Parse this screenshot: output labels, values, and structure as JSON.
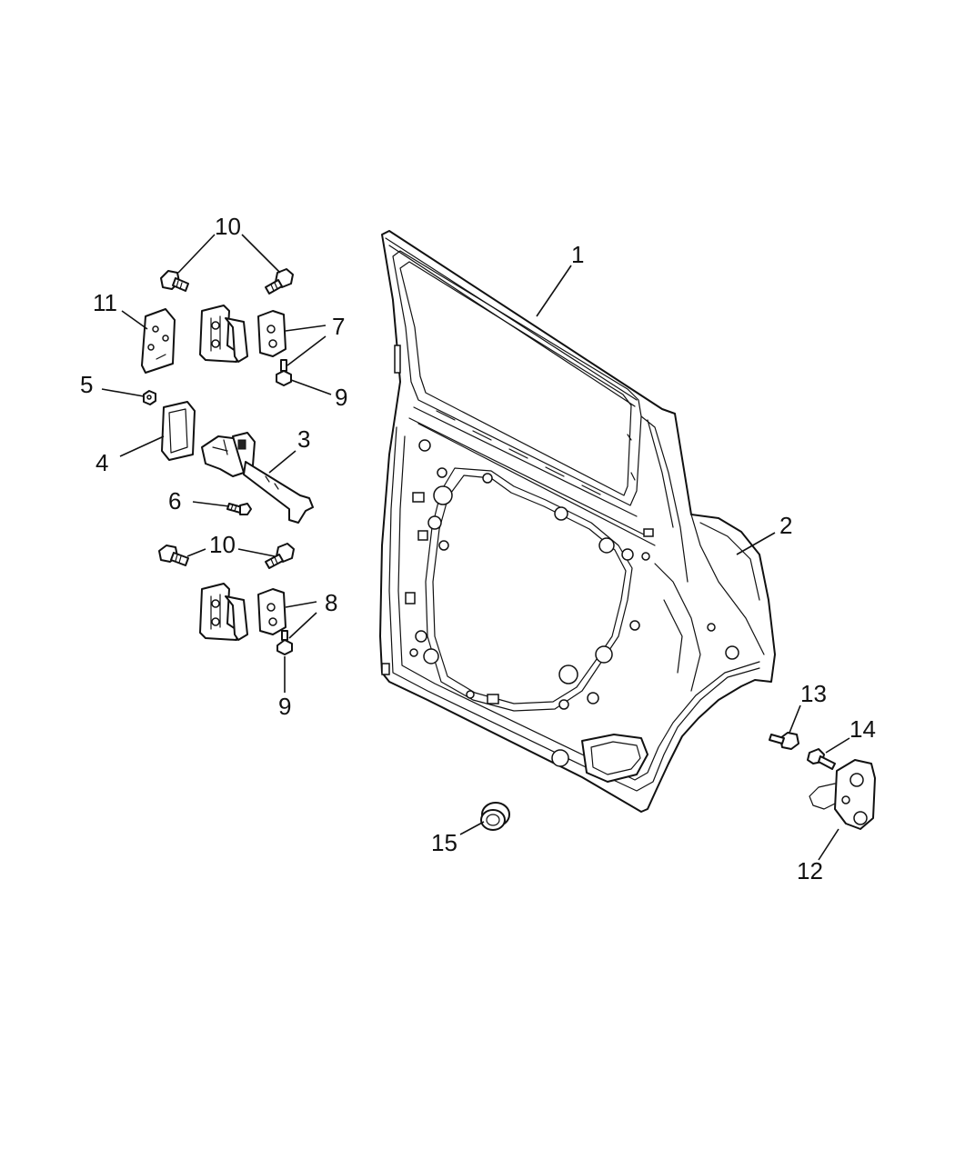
{
  "callouts": {
    "c1": "1",
    "c2": "2",
    "c3": "3",
    "c4": "4",
    "c5": "5",
    "c6": "6",
    "c7": "7",
    "c8": "8",
    "c9a": "9",
    "c9b": "9",
    "c10a": "10",
    "c10b": "10",
    "c11": "11",
    "c12": "12",
    "c13": "13",
    "c14": "14",
    "c15": "15"
  }
}
